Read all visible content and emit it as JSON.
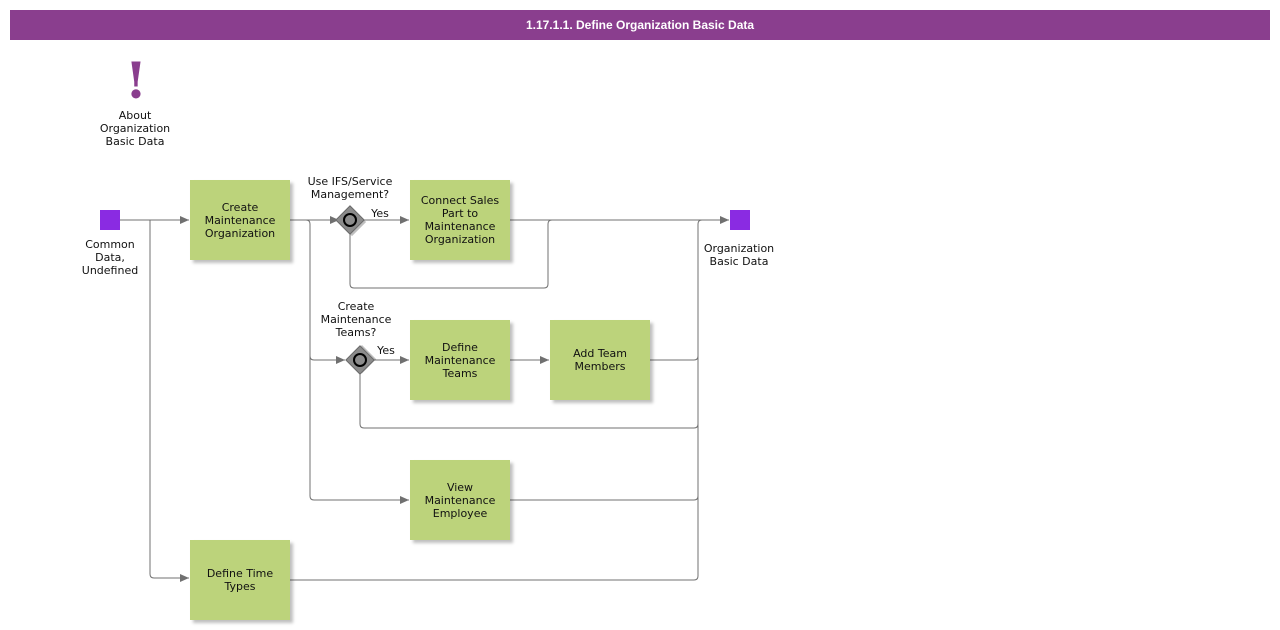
{
  "title": "1.17.1.1. Define Organization Basic Data",
  "colors": {
    "header_bg": "#8a3e8e",
    "task_fill": "#bcd37b",
    "event_fill": "#8a2be2",
    "line": "#707070",
    "gateway_fill": "#8c8c8c",
    "exclamation": "#8a3e8e"
  },
  "about": {
    "icon": "exclamation-icon",
    "label": "About\nOrganization\nBasic Data"
  },
  "start_event": {
    "label": "Common\nData,\nUndefined"
  },
  "end_event": {
    "label": "Organization\nBasic Data"
  },
  "tasks": {
    "create_maint_org": "Create\nMaintenance\nOrganization",
    "connect_sales_part": "Connect Sales\nPart to\nMaintenance\nOrganization",
    "define_maint_teams": "Define\nMaintenance\nTeams",
    "add_team_members": "Add Team\nMembers",
    "view_maint_employee": "View\nMaintenance\nEmployee",
    "define_time_types": "Define Time\nTypes"
  },
  "gateways": {
    "use_ifs": {
      "question": "Use IFS/Service\nManagement?",
      "yes": "Yes"
    },
    "create_teams": {
      "question": "Create\nMaintenance\nTeams?",
      "yes": "Yes"
    }
  }
}
